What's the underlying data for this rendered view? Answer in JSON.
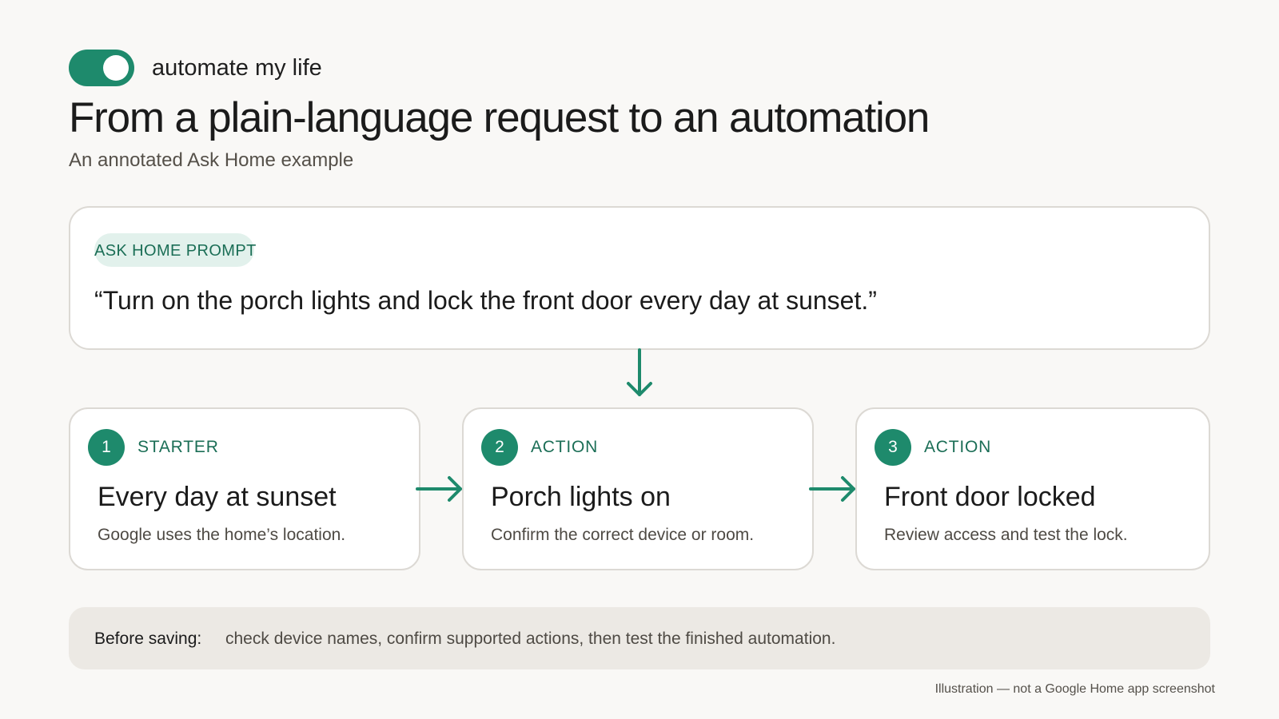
{
  "toggle": {
    "label": "automate my life",
    "state": "on",
    "color": "#1e8a6c"
  },
  "header": {
    "title": "From a plain-language request to an automation",
    "subtitle": "An annotated Ask Home example"
  },
  "prompt": {
    "tag": "ASK HOME PROMPT",
    "quote": "“Turn on the porch lights and lock the front door every day at sunset.”"
  },
  "steps": [
    {
      "number": "1",
      "kind": "STARTER",
      "title": "Every day at sunset",
      "description": "Google uses the home’s location."
    },
    {
      "number": "2",
      "kind": "ACTION",
      "title": "Porch lights on",
      "description": "Confirm the correct device or room."
    },
    {
      "number": "3",
      "kind": "ACTION",
      "title": "Front door locked",
      "description": "Review access and test the lock."
    }
  ],
  "note": {
    "label": "Before saving:",
    "text": "check device names, confirm supported actions, then test the finished automation."
  },
  "footnote": "Illustration — not a Google Home app screenshot",
  "colors": {
    "accent": "#1e8a6c",
    "accent_text": "#1b6e56",
    "background": "#f9f8f6",
    "card_border": "#dcd9d4",
    "note_background": "#ece9e4"
  }
}
